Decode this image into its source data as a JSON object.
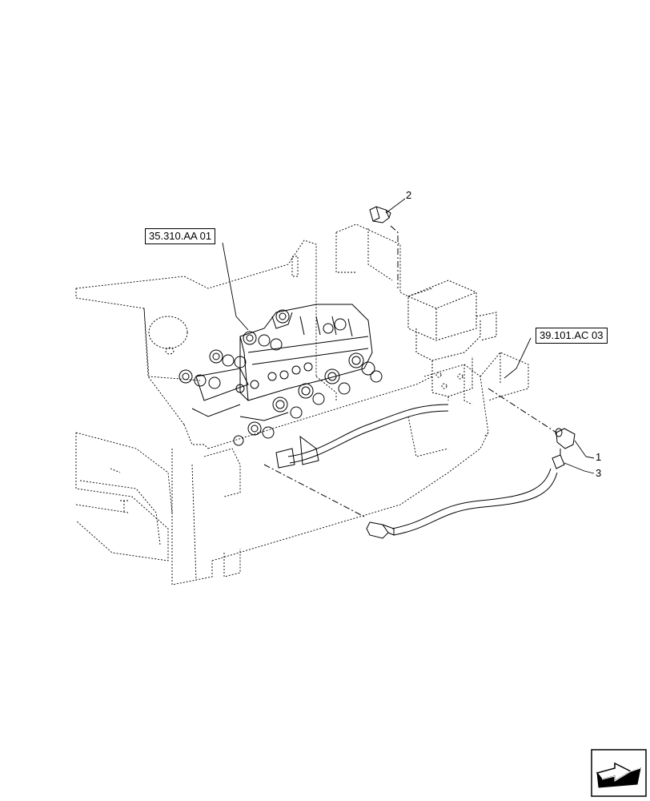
{
  "references": {
    "valve_ref": "35.310.AA 01",
    "frame_ref": "39.101.AC 03"
  },
  "callouts": {
    "item_1": "1",
    "item_2": "2",
    "item_3": "3"
  },
  "icons": {
    "nav": "next-page-arrow-icon"
  },
  "colors": {
    "line": "#000000",
    "background": "#ffffff"
  }
}
